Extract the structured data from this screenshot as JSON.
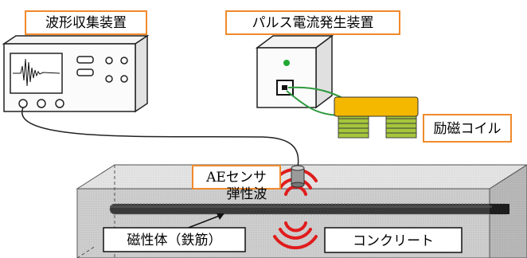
{
  "labels": {
    "waveform_recorder": "波形収集装置",
    "pulse_generator": "パルス電流発生装置",
    "excitation_coil": "励磁コイル",
    "ae_sensor": "AEセンサ",
    "elastic_wave": "弾性波",
    "magnetic_body": "磁性体（鉄筋）",
    "concrete": "コンクリート"
  },
  "colors": {
    "label_border": "#f08a2b",
    "coil_yellow": "#f5b800",
    "coil_green": "#a6c63c",
    "wire_green": "#2e9a3e",
    "wave_red": "#e01c1c",
    "indicator_green": "#22a834",
    "concrete_front": "#d7d7d7",
    "concrete_top": "#e9e9e9",
    "concrete_side": "#bdbdbd",
    "rebar": "#3a3a3a"
  }
}
